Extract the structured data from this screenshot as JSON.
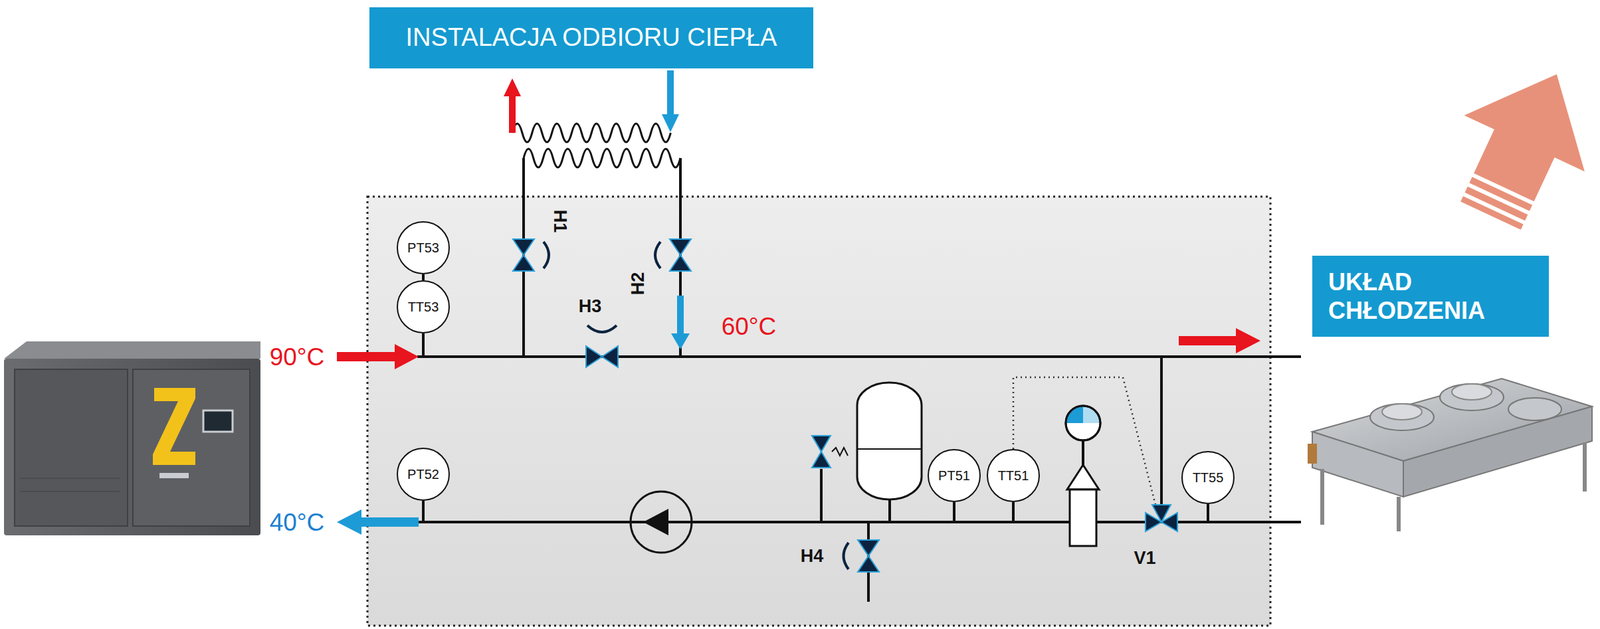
{
  "diagram": {
    "nodes": [
      {
        "text": [
          "INSTALACJA ODBIORU CIEPŁA"
        ]
      },
      {
        "text": [
          "PT53"
        ]
      },
      {
        "text": [
          "UKŁAD CHŁODZENIA"
        ]
      },
      {
        "text": [
          "TT53"
        ]
      },
      {
        "text": [
          "PT52"
        ]
      },
      {
        "text": [
          "PT51"
        ]
      },
      {
        "text": [
          "TT51"
        ]
      },
      {
        "text": [
          "TT55"
        ]
      }
    ],
    "labels": [
      "H1",
      "H2",
      "H3",
      "60°C",
      "90°C",
      "40°C",
      "H4",
      "V1"
    ]
  }
}
